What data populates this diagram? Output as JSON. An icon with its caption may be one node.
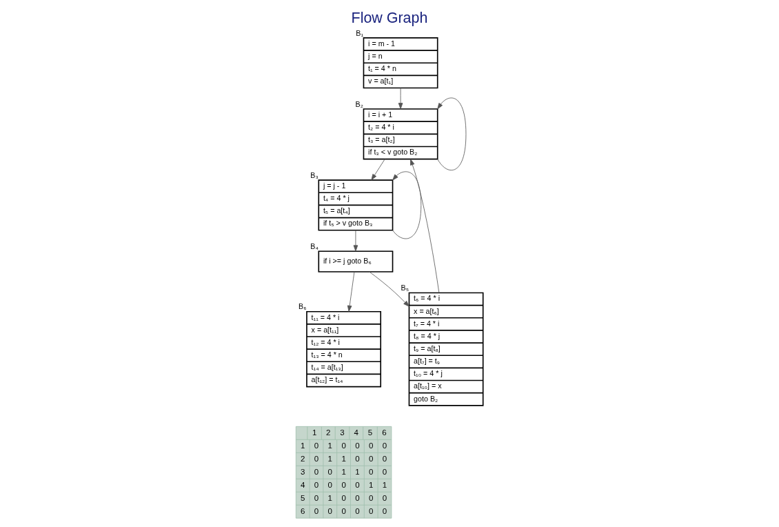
{
  "diagram": {
    "title": "Flow Graph",
    "nodes": [
      {
        "text": [
          "i = m - 1",
          "j = n",
          "t₁ = 4 * n",
          "v = a[t₁]"
        ],
        "beside": [
          "B₁"
        ]
      },
      {
        "text": [
          "i = i + 1",
          "t₂ = 4 * i",
          "t₃ = a[t₂]",
          "if t₃ < v goto B₂"
        ],
        "beside": [
          "B₂"
        ]
      },
      {
        "text": [
          "j = j - 1",
          "t₄ = 4 * j",
          "t₅ = a[t₄]",
          "if t₅ > v goto B₃"
        ],
        "beside": [
          "B₃"
        ]
      },
      {
        "text": [
          "if i >= j goto B₆"
        ],
        "beside": [
          "B₄"
        ]
      },
      {
        "text": [
          "t₆ = 4 * i",
          "x = a[t₆]",
          "t₇ = 4 * i",
          "t₈ = 4 * j",
          "t₉ = a[t₈]",
          "a[t₇] = t₉",
          "t₁₀ = 4 * j",
          "a[t₁₀] = x",
          "goto B₂"
        ],
        "beside": [
          "B₅"
        ]
      },
      {
        "text": [
          "t₁₁ = 4 * i",
          "x = a[t₁₁]",
          "t₁₂ = 4 * i",
          "t₁₃ = 4 * n",
          "t₁₄ = a[t₁₃]",
          "a[t₁₂] = t₁₄"
        ],
        "beside": [
          "B₆"
        ]
      }
    ],
    "edges": [
      {
        "from": 0,
        "to": 1,
        "arrow": "to"
      },
      {
        "from": 1,
        "to": 1,
        "arrow": "to"
      },
      {
        "from": 1,
        "to": 2,
        "arrow": "to"
      },
      {
        "from": 2,
        "to": 2,
        "arrow": "to"
      },
      {
        "from": 2,
        "to": 3,
        "arrow": "to"
      },
      {
        "from": 3,
        "to": 4,
        "arrow": "to"
      },
      {
        "from": 3,
        "to": 5,
        "arrow": "to"
      },
      {
        "from": 4,
        "to": 1,
        "arrow": "to"
      }
    ],
    "labels": [
      "1",
      "2",
      "3",
      "4",
      "5",
      "6",
      "1",
      "0",
      "1",
      "0",
      "0",
      "0",
      "0",
      "2",
      "0",
      "1",
      "1",
      "0",
      "0",
      "0",
      "3",
      "0",
      "0",
      "1",
      "1",
      "0",
      "0",
      "4",
      "0",
      "0",
      "0",
      "0",
      "1",
      "1",
      "5",
      "0",
      "1",
      "0",
      "0",
      "0",
      "0",
      "6",
      "0",
      "0",
      "0",
      "0",
      "0",
      "0"
    ]
  }
}
